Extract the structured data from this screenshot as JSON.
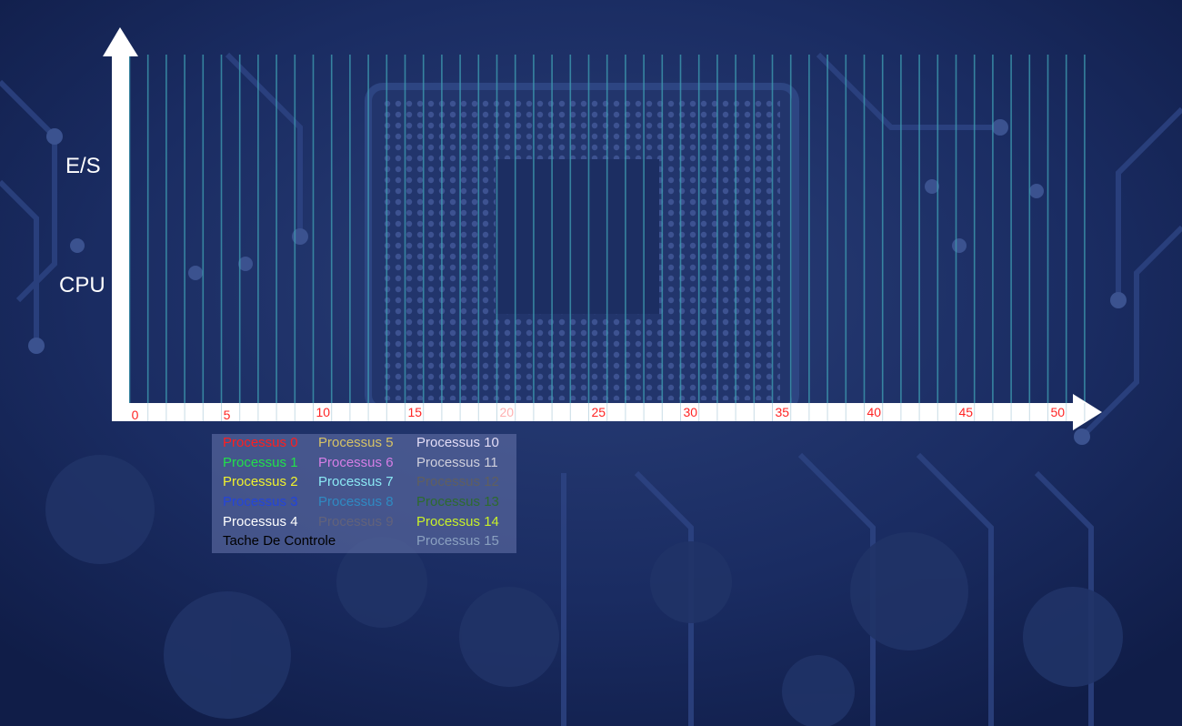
{
  "chart_data": {
    "type": "gantt",
    "y_categories": [
      "CPU",
      "E/S"
    ],
    "x_range": [
      0,
      52
    ],
    "x_tick_labels": [
      {
        "value": 0,
        "label": "0",
        "color": "#ff2424"
      },
      {
        "value": 5,
        "label": "5",
        "color": "#ff2424"
      },
      {
        "value": 10,
        "label": "10",
        "color": "#ff2424"
      },
      {
        "value": 15,
        "label": "15",
        "color": "#ff2424"
      },
      {
        "value": 20,
        "label": "20",
        "color": "#ffb0b0"
      },
      {
        "value": 25,
        "label": "25",
        "color": "#ff2424"
      },
      {
        "value": 30,
        "label": "30",
        "color": "#ff2424"
      },
      {
        "value": 35,
        "label": "35",
        "color": "#ff2424"
      },
      {
        "value": 40,
        "label": "40",
        "color": "#ff2424"
      },
      {
        "value": 45,
        "label": "45",
        "color": "#ff2424"
      },
      {
        "value": 50,
        "label": "50",
        "color": "#ff2424"
      }
    ],
    "grid": true,
    "grid_step": 1,
    "series": [],
    "legend_position": "bottom-left",
    "legend": [
      {
        "name": "Processus 0",
        "color": "#ff1e1e"
      },
      {
        "name": "Processus 1",
        "color": "#22e04a"
      },
      {
        "name": "Processus 2",
        "color": "#f2f22a"
      },
      {
        "name": "Processus 3",
        "color": "#2244dd"
      },
      {
        "name": "Processus 4",
        "color": "#ffffff"
      },
      {
        "name": "Processus 5",
        "color": "#d6c266"
      },
      {
        "name": "Processus 6",
        "color": "#d67ee6"
      },
      {
        "name": "Processus 7",
        "color": "#8ae8f4"
      },
      {
        "name": "Processus 8",
        "color": "#2f8ac2"
      },
      {
        "name": "Processus 9",
        "color": "#62627a"
      },
      {
        "name": "Processus 10",
        "color": "#e2dcf6"
      },
      {
        "name": "Processus 11",
        "color": "#cfcfdc"
      },
      {
        "name": "Processus 12",
        "color": "#5f5f5f"
      },
      {
        "name": "Processus 13",
        "color": "#2e6a2e"
      },
      {
        "name": "Processus 14",
        "color": "#c8f02a"
      },
      {
        "name": "Processus 15",
        "color": "#8aa0c0"
      },
      {
        "name": "Tache De Controle",
        "color": "#000000"
      }
    ]
  },
  "theme": {
    "axis_color": "#ffffff",
    "grid_color": "#3fa0b4",
    "background": "#16285a"
  }
}
